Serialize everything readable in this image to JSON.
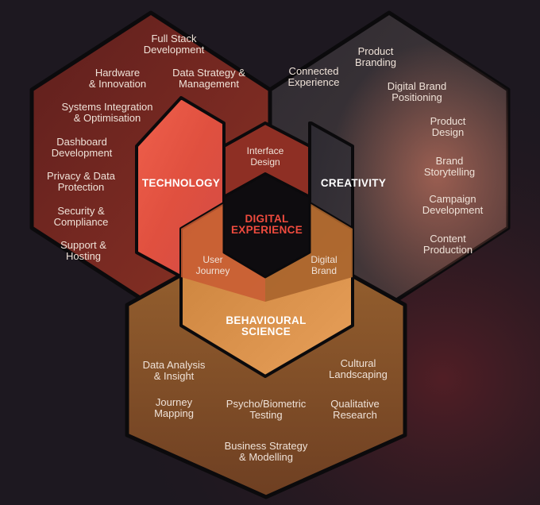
{
  "palette": {
    "background": "#1d1820",
    "technology": "#7a2a22",
    "creativity": "#3b353b",
    "behavioural_science": "#8a5a2c",
    "core": "#0e0c0f",
    "core_text": "#ef4b3e",
    "outline": "#0b0a0c"
  },
  "center": {
    "title": "DIGITAL\nEXPERIENCE"
  },
  "pillars": {
    "technology": {
      "title": "TECHNOLOGY",
      "items": [
        "Full Stack\nDevelopment",
        "Hardware\n& Innovation",
        "Data Strategy &\nManagement",
        "Systems Integration\n& Optimisation",
        "Dashboard\nDevelopment",
        "Privacy & Data\nProtection",
        "Security &\nCompliance",
        "Support &\nHosting"
      ]
    },
    "creativity": {
      "title": "CREATIVITY",
      "items": [
        "Connected\nExperience",
        "Product\nBranding",
        "Digital Brand\nPositioning",
        "Product\nDesign",
        "Brand\nStorytelling",
        "Campaign\nDevelopment",
        "Content\nProduction"
      ]
    },
    "behavioural_science": {
      "title": "BEHAVIOURAL\nSCIENCE",
      "items": [
        "Data Analysis\n& Insight",
        "Cultural\nLandscaping",
        "Journey\nMapping",
        "Psycho/Biometric\nTesting",
        "Qualitative\nResearch",
        "Business Strategy\n& Modelling"
      ]
    }
  },
  "overlaps": {
    "technology_creativity": "Interface\nDesign",
    "technology_behavioural": "User\nJourney",
    "creativity_behavioural": "Digital\nBrand"
  }
}
